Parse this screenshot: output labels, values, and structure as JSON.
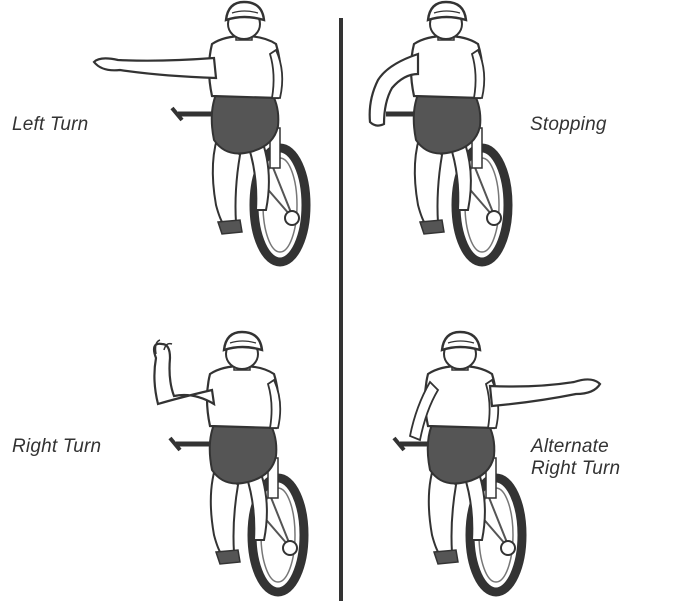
{
  "signals": [
    {
      "id": "left-turn",
      "label": "Left Turn"
    },
    {
      "id": "stopping",
      "label": "Stopping"
    },
    {
      "id": "right-turn",
      "label": "Right Turn"
    },
    {
      "id": "alternate-right-turn",
      "label": "Alternate\nRight Turn"
    }
  ],
  "colors": {
    "outline": "#333333",
    "shorts": "#555555",
    "shirt": "#ffffff",
    "divider": "#333333"
  }
}
